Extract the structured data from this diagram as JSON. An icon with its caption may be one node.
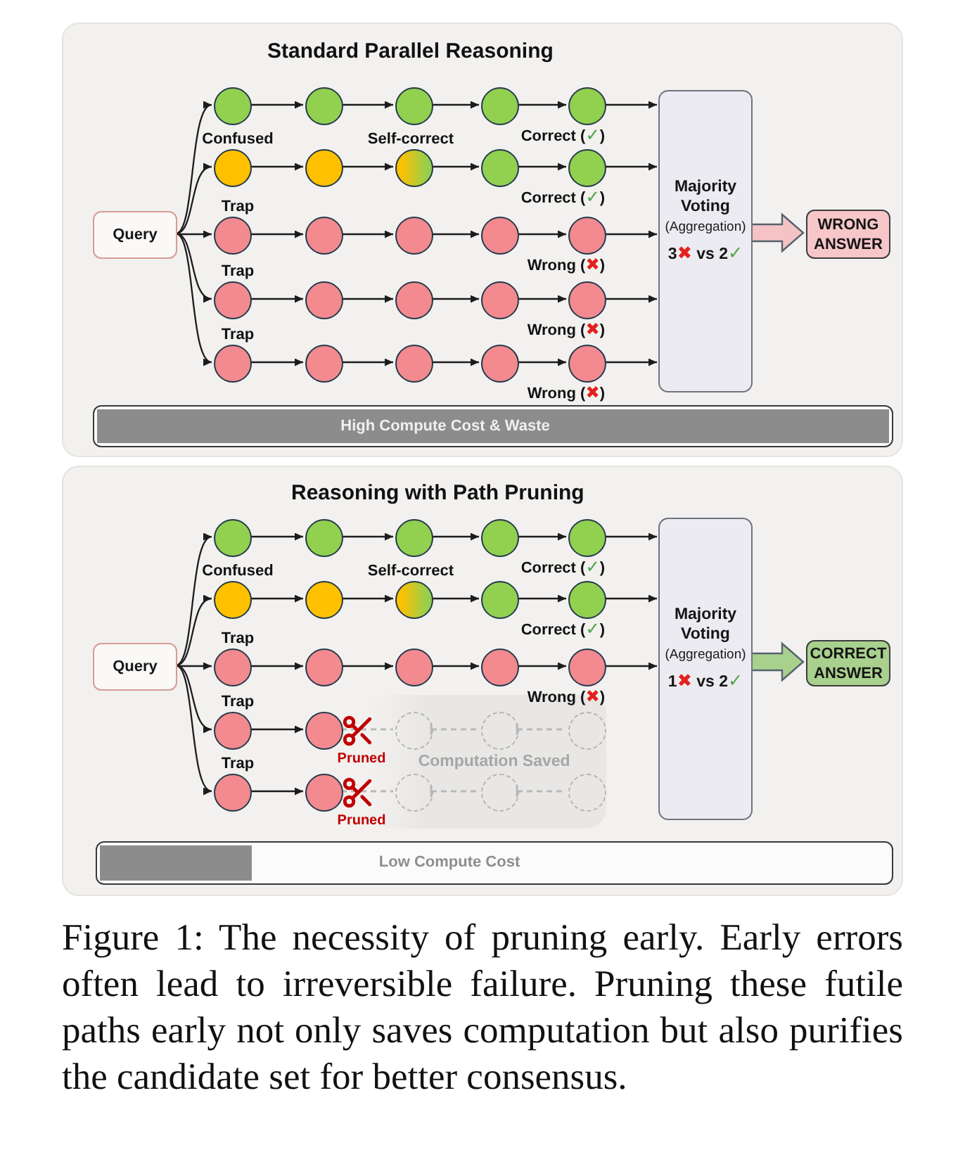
{
  "diagram": {
    "nodes": [
      {
        "text": [
          "Standard Parallel Reasoning"
        ]
      },
      {
        "text": [
          "Query"
        ],
        "in": 0
      },
      {
        "text": [],
        "shape": "circle",
        "in": 0
      },
      {
        "text": [],
        "shape": "circle",
        "in": 0
      },
      {
        "text": [],
        "shape": "circle",
        "in": 0
      },
      {
        "text": [],
        "shape": "circle",
        "in": 0
      },
      {
        "text": [],
        "shape": "circle",
        "in": 0,
        "beside": [
          "Correct (✓)"
        ]
      },
      {
        "text": [],
        "shape": "circle",
        "in": 0,
        "beside": [
          "Confused"
        ]
      },
      {
        "text": [],
        "shape": "circle",
        "in": 0
      },
      {
        "text": [],
        "shape": "circle",
        "in": 0,
        "beside": [
          "Self-correct"
        ]
      },
      {
        "text": [],
        "shape": "circle",
        "in": 0
      },
      {
        "text": [],
        "shape": "circle",
        "in": 0,
        "beside": [
          "Correct (✓)"
        ]
      },
      {
        "text": [],
        "shape": "circle",
        "in": 0,
        "beside": [
          "Trap"
        ]
      },
      {
        "text": [],
        "shape": "circle",
        "in": 0
      },
      {
        "text": [],
        "shape": "circle",
        "in": 0
      },
      {
        "text": [],
        "shape": "circle",
        "in": 0
      },
      {
        "text": [],
        "shape": "circle",
        "in": 0,
        "beside": [
          "Wrong (✖)"
        ]
      },
      {
        "text": [],
        "shape": "circle",
        "in": 0,
        "beside": [
          "Trap"
        ]
      },
      {
        "text": [],
        "shape": "circle",
        "in": 0
      },
      {
        "text": [],
        "shape": "circle",
        "in": 0
      },
      {
        "text": [],
        "shape": "circle",
        "in": 0
      },
      {
        "text": [],
        "shape": "circle",
        "in": 0,
        "beside": [
          "Wrong (✖)"
        ]
      },
      {
        "text": [],
        "shape": "circle",
        "in": 0,
        "beside": [
          "Trap"
        ]
      },
      {
        "text": [],
        "shape": "circle",
        "in": 0
      },
      {
        "text": [],
        "shape": "circle",
        "in": 0
      },
      {
        "text": [],
        "shape": "circle",
        "in": 0
      },
      {
        "text": [],
        "shape": "circle",
        "in": 0,
        "beside": [
          "Wrong (✖)"
        ]
      },
      {
        "text": [
          "Majority Voting",
          "(Aggregation)",
          "3✖ vs 2✓"
        ],
        "in": 0
      },
      {
        "text": [
          "WRONG ANSWER"
        ],
        "in": 0
      },
      {
        "text": [
          "High Compute Cost & Waste"
        ],
        "in": 0
      },
      {
        "text": [
          "Reasoning with Path Pruning"
        ]
      },
      {
        "text": [
          "Query"
        ],
        "in": 30
      },
      {
        "text": [],
        "shape": "circle",
        "in": 30
      },
      {
        "text": [],
        "shape": "circle",
        "in": 30
      },
      {
        "text": [],
        "shape": "circle",
        "in": 30
      },
      {
        "text": [],
        "shape": "circle",
        "in": 30
      },
      {
        "text": [],
        "shape": "circle",
        "in": 30,
        "beside": [
          "Correct (✓)"
        ]
      },
      {
        "text": [],
        "shape": "circle",
        "in": 30,
        "beside": [
          "Confused"
        ]
      },
      {
        "text": [],
        "shape": "circle",
        "in": 30
      },
      {
        "text": [],
        "shape": "circle",
        "in": 30,
        "beside": [
          "Self-correct"
        ]
      },
      {
        "text": [],
        "shape": "circle",
        "in": 30
      },
      {
        "text": [],
        "shape": "circle",
        "in": 30,
        "beside": [
          "Correct (✓)"
        ]
      },
      {
        "text": [],
        "shape": "circle",
        "in": 30,
        "beside": [
          "Trap"
        ]
      },
      {
        "text": [],
        "shape": "circle",
        "in": 30
      },
      {
        "text": [],
        "shape": "circle",
        "in": 30
      },
      {
        "text": [],
        "shape": "circle",
        "in": 30
      },
      {
        "text": [],
        "shape": "circle",
        "in": 30,
        "beside": [
          "Wrong (✖)"
        ]
      },
      {
        "text": [],
        "shape": "circle",
        "in": 30,
        "beside": [
          "Trap"
        ]
      },
      {
        "text": [],
        "shape": "circle",
        "in": 30,
        "beside": [
          "Pruned"
        ]
      },
      {
        "text": [],
        "shape": "circle",
        "in": 30,
        "beside": [
          "Trap"
        ]
      },
      {
        "text": [],
        "shape": "circle",
        "in": 30,
        "beside": [
          "Pruned"
        ]
      },
      {
        "text": [
          "Computation Saved"
        ],
        "in": 30
      },
      {
        "text": [],
        "shape": "circle",
        "in": 51
      },
      {
        "text": [],
        "shape": "circle",
        "in": 51
      },
      {
        "text": [],
        "shape": "circle",
        "in": 51
      },
      {
        "text": [],
        "shape": "circle",
        "in": 51
      },
      {
        "text": [],
        "shape": "circle",
        "in": 51
      },
      {
        "text": [],
        "shape": "circle",
        "in": 51
      },
      {
        "text": [
          "Majority Voting",
          "(Aggregation)",
          "1✖ vs 2✓"
        ],
        "in": 30
      },
      {
        "text": [
          "CORRECT ANSWER"
        ],
        "in": 30
      },
      {
        "text": [
          "Low Compute Cost"
        ],
        "in": 30
      }
    ],
    "edges": [
      {
        "from": 1,
        "to": 2,
        "arrow": "to"
      },
      {
        "from": 1,
        "to": 7,
        "arrow": "to"
      },
      {
        "from": 1,
        "to": 12,
        "arrow": "to"
      },
      {
        "from": 1,
        "to": 17,
        "arrow": "to"
      },
      {
        "from": 1,
        "to": 22,
        "arrow": "to"
      },
      {
        "from": 2,
        "to": 3,
        "arrow": "to"
      },
      {
        "from": 3,
        "to": 4,
        "arrow": "to"
      },
      {
        "from": 4,
        "to": 5,
        "arrow": "to"
      },
      {
        "from": 5,
        "to": 6,
        "arrow": "to"
      },
      {
        "from": 7,
        "to": 8,
        "arrow": "to"
      },
      {
        "from": 8,
        "to": 9,
        "arrow": "to"
      },
      {
        "from": 9,
        "to": 10,
        "arrow": "to"
      },
      {
        "from": 10,
        "to": 11,
        "arrow": "to"
      },
      {
        "from": 12,
        "to": 13,
        "arrow": "to"
      },
      {
        "from": 13,
        "to": 14,
        "arrow": "to"
      },
      {
        "from": 14,
        "to": 15,
        "arrow": "to"
      },
      {
        "from": 15,
        "to": 16,
        "arrow": "to"
      },
      {
        "from": 17,
        "to": 18,
        "arrow": "to"
      },
      {
        "from": 18,
        "to": 19,
        "arrow": "to"
      },
      {
        "from": 19,
        "to": 20,
        "arrow": "to"
      },
      {
        "from": 20,
        "to": 21,
        "arrow": "to"
      },
      {
        "from": 22,
        "to": 23,
        "arrow": "to"
      },
      {
        "from": 23,
        "to": 24,
        "arrow": "to"
      },
      {
        "from": 24,
        "to": 25,
        "arrow": "to"
      },
      {
        "from": 25,
        "to": 26,
        "arrow": "to"
      },
      {
        "from": 6,
        "to": 27,
        "arrow": "to"
      },
      {
        "from": 11,
        "to": 27,
        "arrow": "to"
      },
      {
        "from": 16,
        "to": 27,
        "arrow": "to"
      },
      {
        "from": 21,
        "to": 27,
        "arrow": "to"
      },
      {
        "from": 26,
        "to": 27,
        "arrow": "to"
      },
      {
        "from": 27,
        "to": 28,
        "arrow": "to",
        "style": "thick",
        "color": "#f5c3c6"
      },
      {
        "from": 31,
        "to": 32,
        "arrow": "to"
      },
      {
        "from": 31,
        "to": 37,
        "arrow": "to"
      },
      {
        "from": 31,
        "to": 42,
        "arrow": "to"
      },
      {
        "from": 31,
        "to": 47,
        "arrow": "to"
      },
      {
        "from": 31,
        "to": 49,
        "arrow": "to"
      },
      {
        "from": 32,
        "to": 33,
        "arrow": "to"
      },
      {
        "from": 33,
        "to": 34,
        "arrow": "to"
      },
      {
        "from": 34,
        "to": 35,
        "arrow": "to"
      },
      {
        "from": 35,
        "to": 36,
        "arrow": "to"
      },
      {
        "from": 37,
        "to": 38,
        "arrow": "to"
      },
      {
        "from": 38,
        "to": 39,
        "arrow": "to"
      },
      {
        "from": 39,
        "to": 40,
        "arrow": "to"
      },
      {
        "from": 40,
        "to": 41,
        "arrow": "to"
      },
      {
        "from": 42,
        "to": 43,
        "arrow": "to"
      },
      {
        "from": 43,
        "to": 44,
        "arrow": "to"
      },
      {
        "from": 44,
        "to": 45,
        "arrow": "to"
      },
      {
        "from": 45,
        "to": 46,
        "arrow": "to"
      },
      {
        "from": 47,
        "to": 48,
        "arrow": "to"
      },
      {
        "from": 49,
        "to": 50,
        "arrow": "to"
      },
      {
        "from": 48,
        "to": 52,
        "arrow": "none",
        "style": "dashed",
        "color": "#b9b9b9"
      },
      {
        "from": 52,
        "to": 53,
        "arrow": "other",
        "style": "dashed",
        "color": "#b9b9b9"
      },
      {
        "from": 53,
        "to": 54,
        "arrow": "other",
        "style": "dashed",
        "color": "#b9b9b9"
      },
      {
        "from": 50,
        "to": 55,
        "arrow": "none",
        "style": "dashed",
        "color": "#b9b9b9"
      },
      {
        "from": 55,
        "to": 56,
        "arrow": "other",
        "style": "dashed",
        "color": "#b9b9b9"
      },
      {
        "from": 56,
        "to": 57,
        "arrow": "other",
        "style": "dashed",
        "color": "#b9b9b9"
      },
      {
        "from": 36,
        "to": 58,
        "arrow": "to"
      },
      {
        "from": 41,
        "to": 58,
        "arrow": "to"
      },
      {
        "from": 46,
        "to": 58,
        "arrow": "to"
      },
      {
        "from": 58,
        "to": 59,
        "arrow": "to",
        "style": "thick",
        "color": "#a9d18e"
      }
    ],
    "caption": "Figure 1: The necessity of pruning early. Early errors often lead to irreversible failure. Pruning these futile paths early not only saves computation but also purifies the candidate set for better consensus."
  }
}
